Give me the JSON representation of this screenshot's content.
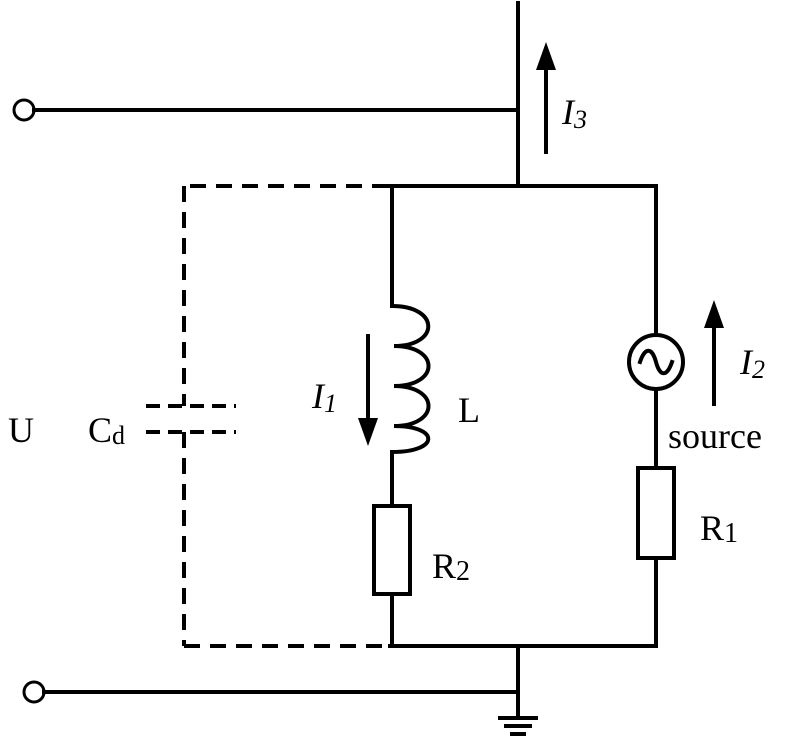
{
  "labels": {
    "voltage": "U",
    "capacitor": "C",
    "capacitor_sub": "d",
    "inductor": "L",
    "resistor_2": "R",
    "resistor_2_sub": "2",
    "resistor_1": "R",
    "resistor_1_sub": "1",
    "source": "source",
    "current_1": "I",
    "current_1_sub": "1",
    "current_2": "I",
    "current_2_sub": "2",
    "current_3": "I",
    "current_3_sub": "3"
  }
}
